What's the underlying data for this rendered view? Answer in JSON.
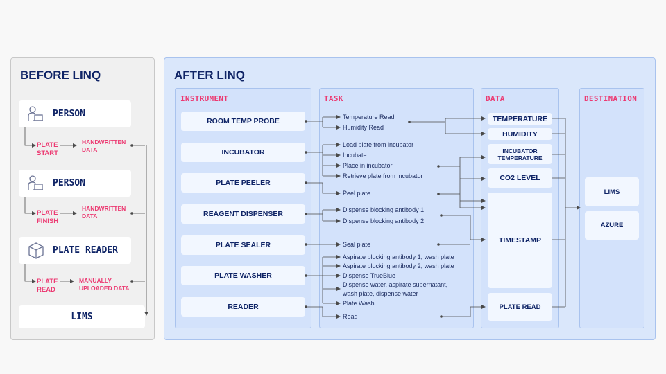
{
  "before": {
    "title": "BEFORE LINQ",
    "steps": [
      {
        "name": "PERSON",
        "icon": "person-computer-icon",
        "label": "PLATE START",
        "output": "HANDWRITTEN DATA"
      },
      {
        "name": "PERSON",
        "icon": "person-computer-icon",
        "label": "PLATE FINISH",
        "output": "HANDWRITTEN DATA"
      },
      {
        "name": "PLATE READER",
        "icon": "cube-icon",
        "label": "PLATE READ",
        "output": "MANUALLY UPLOADED DATA"
      }
    ],
    "lims": "LIMS"
  },
  "after": {
    "title": "AFTER LINQ",
    "columns": {
      "instrument": "INSTRUMENT",
      "task": "TASK",
      "data": "DATA",
      "destination": "DESTINATION"
    },
    "instruments": [
      "ROOM TEMP PROBE",
      "INCUBATOR",
      "PLATE PEELER",
      "REAGENT DISPENSER",
      "PLATE SEALER",
      "PLATE WASHER",
      "READER"
    ],
    "tasks": [
      "Temperature Read",
      "Humidity Read",
      "Load plate from incubator",
      "Incubate",
      "Place in incubator",
      "Retrieve plate from incubator",
      "Peel plate",
      "Dispense blocking antibody 1",
      "Dispense blocking antibody 2",
      "Seal plate",
      "Aspirate blocking antibody 1, wash plate",
      "Aspirate blocking antibody 2, wash plate",
      "Dispense TrueBlue",
      "Dispense water, aspirate supernatant,",
      "wash plate, dispense water",
      "Plate Wash",
      "Read"
    ],
    "data": [
      "TEMPERATURE",
      "HUMIDITY",
      "INCUBATOR TEMPERATURE",
      "CO2 LEVEL",
      "TIMESTAMP",
      "PLATE READ"
    ],
    "destinations": [
      "LIMS",
      "AZURE"
    ]
  },
  "colors": {
    "accent": "#ec3a72",
    "navy": "#0f2466",
    "after_bg": "#dae7fb",
    "line": "#4a4a4a"
  }
}
